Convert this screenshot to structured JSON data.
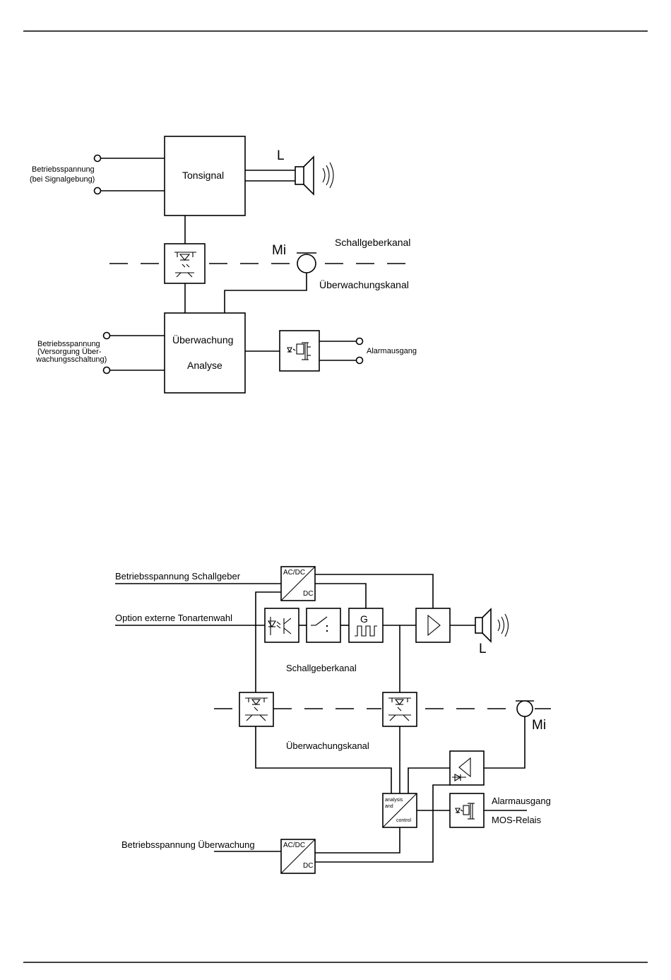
{
  "diagram1": {
    "supply_label_line1": "Betriebsspannung",
    "supply_label_line2": "(bei Signalgebung)",
    "tonsignal": "Tonsignal",
    "speaker_label": "L",
    "mic_label": "Mi",
    "channel_top": "Schallgeberkanal",
    "channel_bottom": "Überwachungskanal",
    "supply2_line1": "Betriebsspannung",
    "supply2_line2": "(Versorgung Über-",
    "supply2_line3": "wachungsschaltung)",
    "monitor_line1": "Überwachung",
    "monitor_line2": "Analyse",
    "alarm": "Alarmausgang"
  },
  "diagram2": {
    "supply_sounder": "Betriebsspannung Schallgeber",
    "option_tone": "Option externe Tonartenwahl",
    "acdc_top": "AC/DC",
    "dc": "DC",
    "generator": "G",
    "speaker_label": "L",
    "channel_top": "Schallgeberkanal",
    "channel_bottom": "Überwachungskanal",
    "mic_label": "Mi",
    "analysis_line1": "analysis",
    "analysis_line2": "and",
    "analysis_line3": "control",
    "alarm": "Alarmausgang",
    "mos": "MOS-Relais",
    "supply_monitor": "Betriebsspannung Überwachung"
  }
}
